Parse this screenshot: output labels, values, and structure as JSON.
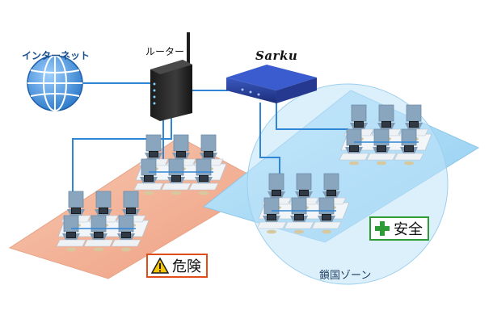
{
  "labels": {
    "internet": "インターネット",
    "router": "ルーター",
    "brand": "Sarku",
    "zone": "鎖国ゾーン"
  },
  "badges": {
    "danger": "危険",
    "safe": "安全"
  },
  "colors": {
    "network_line": "#2f86d6",
    "danger_zone": "#f2b49a",
    "safe_zone": "#a9d8f2",
    "danger_border": "#e04d1b",
    "safe_border": "#2e9b36"
  },
  "icons": [
    "globe-icon",
    "router-icon",
    "appliance-icon",
    "warning-icon",
    "cross-icon",
    "desk-cluster-icon"
  ]
}
